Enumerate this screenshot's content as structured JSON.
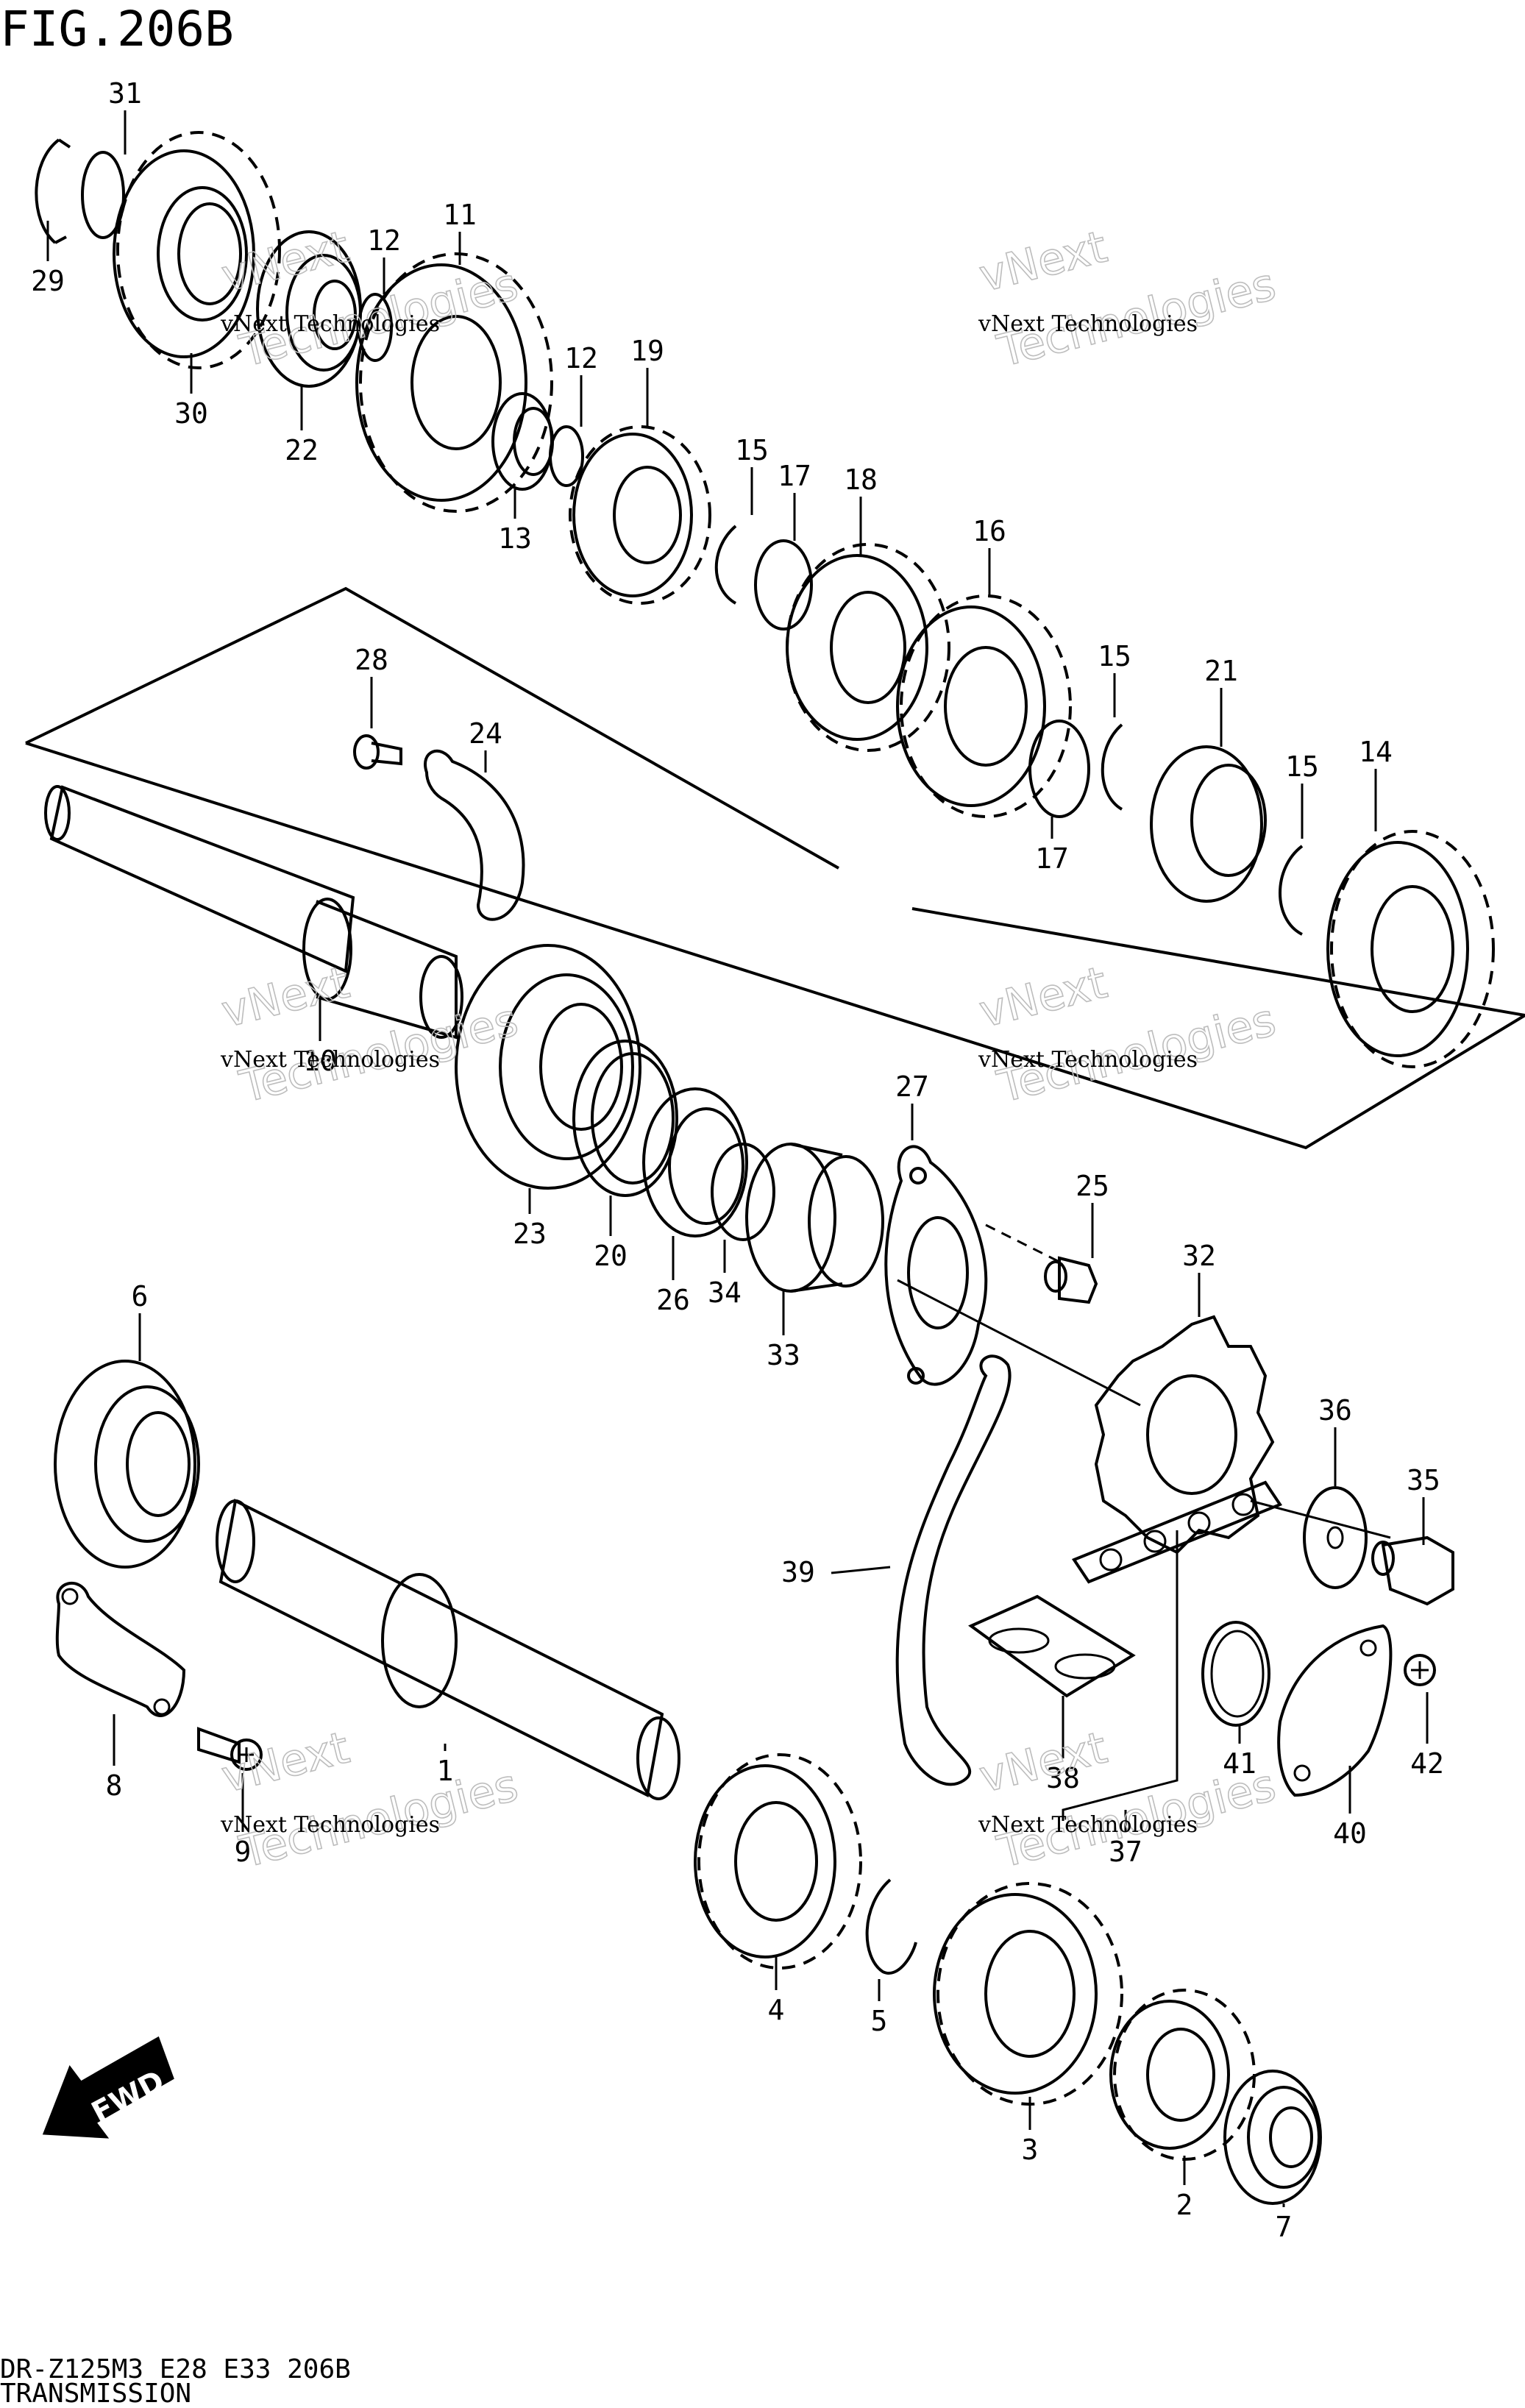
{
  "figure": {
    "title": "FIG.206B",
    "model_code": "DR-Z125M3  E28  E33  206B",
    "caption": "TRANSMISSION"
  },
  "watermark": {
    "line1": "vNext Technologies",
    "line2": "vNext",
    "line3": "Technologies"
  },
  "fwd_arrow": {
    "label": "FWD"
  },
  "callouts": [
    {
      "id": "1",
      "text": "1"
    },
    {
      "id": "2",
      "text": "2"
    },
    {
      "id": "3",
      "text": "3"
    },
    {
      "id": "4",
      "text": "4"
    },
    {
      "id": "5",
      "text": "5"
    },
    {
      "id": "6",
      "text": "6"
    },
    {
      "id": "7",
      "text": "7"
    },
    {
      "id": "8",
      "text": "8"
    },
    {
      "id": "9",
      "text": "9"
    },
    {
      "id": "10",
      "text": "10"
    },
    {
      "id": "11",
      "text": "11"
    },
    {
      "id": "12a",
      "text": "12"
    },
    {
      "id": "12b",
      "text": "12"
    },
    {
      "id": "13",
      "text": "13"
    },
    {
      "id": "14",
      "text": "14"
    },
    {
      "id": "15a",
      "text": "15"
    },
    {
      "id": "15b",
      "text": "15"
    },
    {
      "id": "15c",
      "text": "15"
    },
    {
      "id": "16",
      "text": "16"
    },
    {
      "id": "17a",
      "text": "17"
    },
    {
      "id": "17b",
      "text": "17"
    },
    {
      "id": "18",
      "text": "18"
    },
    {
      "id": "19",
      "text": "19"
    },
    {
      "id": "20",
      "text": "20"
    },
    {
      "id": "21",
      "text": "21"
    },
    {
      "id": "22",
      "text": "22"
    },
    {
      "id": "23",
      "text": "23"
    },
    {
      "id": "24",
      "text": "24"
    },
    {
      "id": "25",
      "text": "25"
    },
    {
      "id": "26",
      "text": "26"
    },
    {
      "id": "27",
      "text": "27"
    },
    {
      "id": "28",
      "text": "28"
    },
    {
      "id": "29",
      "text": "29"
    },
    {
      "id": "30",
      "text": "30"
    },
    {
      "id": "31",
      "text": "31"
    },
    {
      "id": "32",
      "text": "32"
    },
    {
      "id": "33",
      "text": "33"
    },
    {
      "id": "34",
      "text": "34"
    },
    {
      "id": "35",
      "text": "35"
    },
    {
      "id": "36",
      "text": "36"
    },
    {
      "id": "37",
      "text": "37"
    },
    {
      "id": "38",
      "text": "38"
    },
    {
      "id": "39",
      "text": "39"
    },
    {
      "id": "40",
      "text": "40"
    },
    {
      "id": "41",
      "text": "41"
    },
    {
      "id": "42",
      "text": "42"
    }
  ]
}
